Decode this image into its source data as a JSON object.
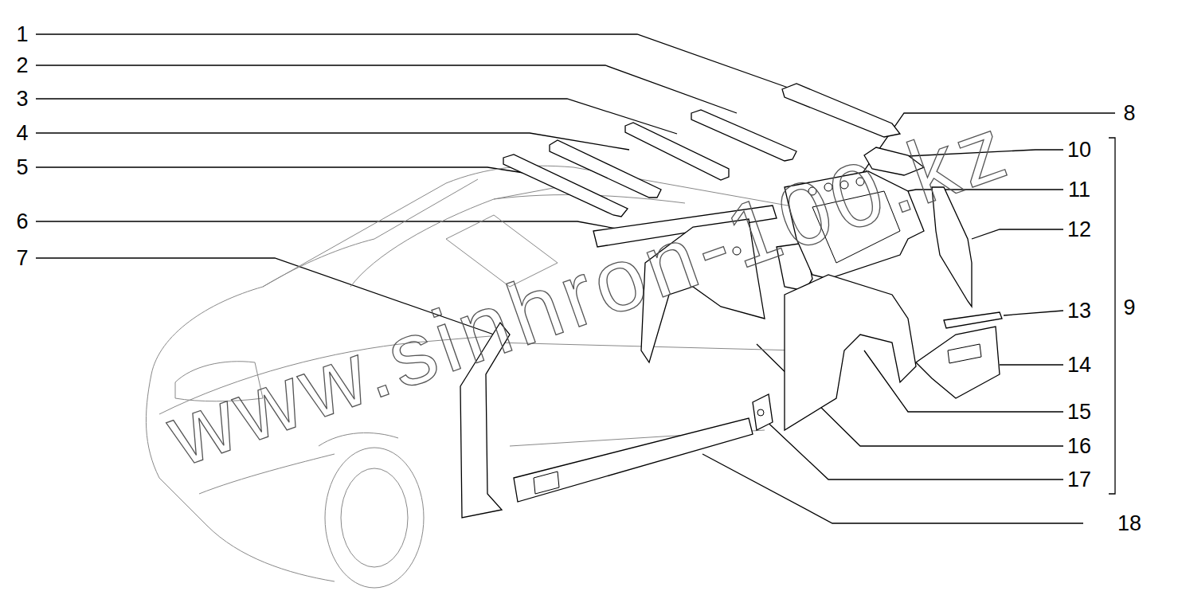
{
  "diagram": {
    "labels": [
      "1",
      "2",
      "3",
      "4",
      "5",
      "6",
      "7",
      "8",
      "9",
      "10",
      "11",
      "12",
      "13",
      "14",
      "15",
      "16",
      "17",
      "18",
      "www.sinhron-100.kz"
    ]
  }
}
